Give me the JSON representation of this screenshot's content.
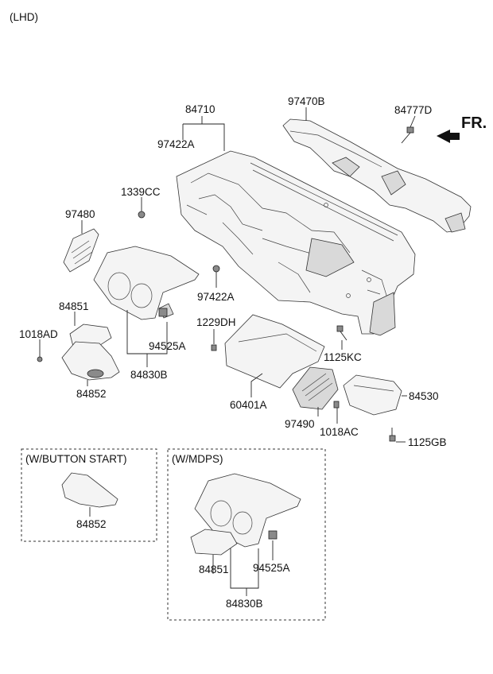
{
  "header": {
    "variant": "(LHD)",
    "direction": "FR."
  },
  "labels": {
    "p84710": "84710",
    "p97422a_top": "97422A",
    "p97470b": "97470B",
    "p84777d": "84777D",
    "p1339cc": "1339CC",
    "p97480": "97480",
    "p97422a_mid": "97422A",
    "p84851": "84851",
    "p1018ad": "1018AD",
    "p94525a": "94525A",
    "p84830b": "84830B",
    "p84852": "84852",
    "p1229dh": "1229DH",
    "p1125kc": "1125KC",
    "p60401a": "60401A",
    "p97490": "97490",
    "p1018ac": "1018AC",
    "p84530": "84530",
    "p1125gb": "1125GB"
  },
  "inset_button_start": {
    "title": "(W/BUTTON START)",
    "label": "84852"
  },
  "inset_mdps": {
    "title": "(W/MDPS)",
    "label_84851": "84851",
    "label_94525a": "94525A",
    "label_84830b": "84830B"
  }
}
